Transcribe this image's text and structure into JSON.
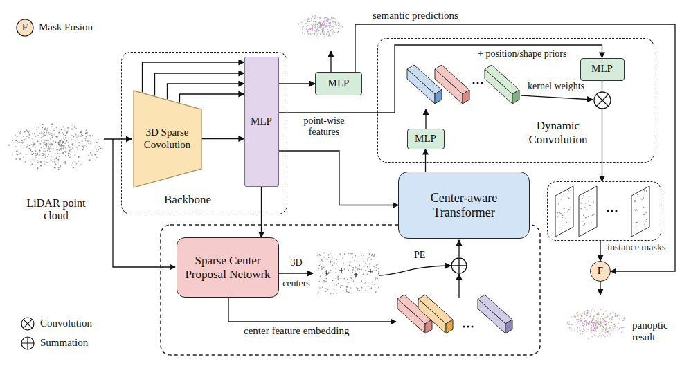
{
  "diagram": {
    "nodes": [
      {
        "text": [
          "Backbone"
        ]
      },
      {
        "text": [
          "3D Sparse Covolution"
        ],
        "in": 0
      },
      {
        "text": [
          "MLP"
        ],
        "in": 0
      },
      {
        "text": [
          "MLP"
        ]
      },
      {
        "text": [
          "Dynamic Convolution"
        ]
      },
      {
        "text": [
          "MLP"
        ],
        "in": 4
      },
      {
        "text": [
          "MLP"
        ],
        "in": 4
      },
      {
        "text": [
          "Center-aware Transformer"
        ]
      },
      {
        "text": [
          "Sparse Center Proposal Netowrk"
        ]
      },
      {
        "text": [
          "instance masks"
        ]
      },
      {
        "text": [
          "F"
        ]
      }
    ],
    "edges": [
      {
        "from": 1,
        "to": 2,
        "arrow": "to"
      },
      {
        "from": 1,
        "to": 2,
        "arrow": "to"
      },
      {
        "from": 1,
        "to": 2,
        "arrow": "to"
      },
      {
        "from": 1,
        "to": 2,
        "arrow": "to"
      },
      {
        "from": 1,
        "to": 2,
        "arrow": "to"
      },
      {
        "from": 2,
        "to": 3,
        "arrow": "to"
      },
      {
        "from": 2,
        "to": 5,
        "label": "+ position/shape priors",
        "arrow": "to"
      },
      {
        "from": 2,
        "to": 7,
        "arrow": "to"
      },
      {
        "from": 2,
        "to": 8,
        "arrow": "to"
      },
      {
        "from": 3,
        "to": 10,
        "label": "semantic predictions",
        "arrow": "to"
      },
      {
        "from": 7,
        "to": 6,
        "arrow": "to"
      },
      {
        "from": 5,
        "to": 9,
        "arrow": "to"
      },
      {
        "from": 9,
        "to": 10,
        "arrow": "to"
      }
    ],
    "labels": [
      "F",
      "LiDAR point cloud",
      "point-wise features",
      "3D centers",
      "PE",
      "center feature embedding",
      "kernel weights",
      "panoptic result"
    ],
    "legend": [
      {
        "text": "Mask Fusion"
      },
      {
        "text": "Convolution"
      },
      {
        "text": "Summation"
      }
    ]
  }
}
